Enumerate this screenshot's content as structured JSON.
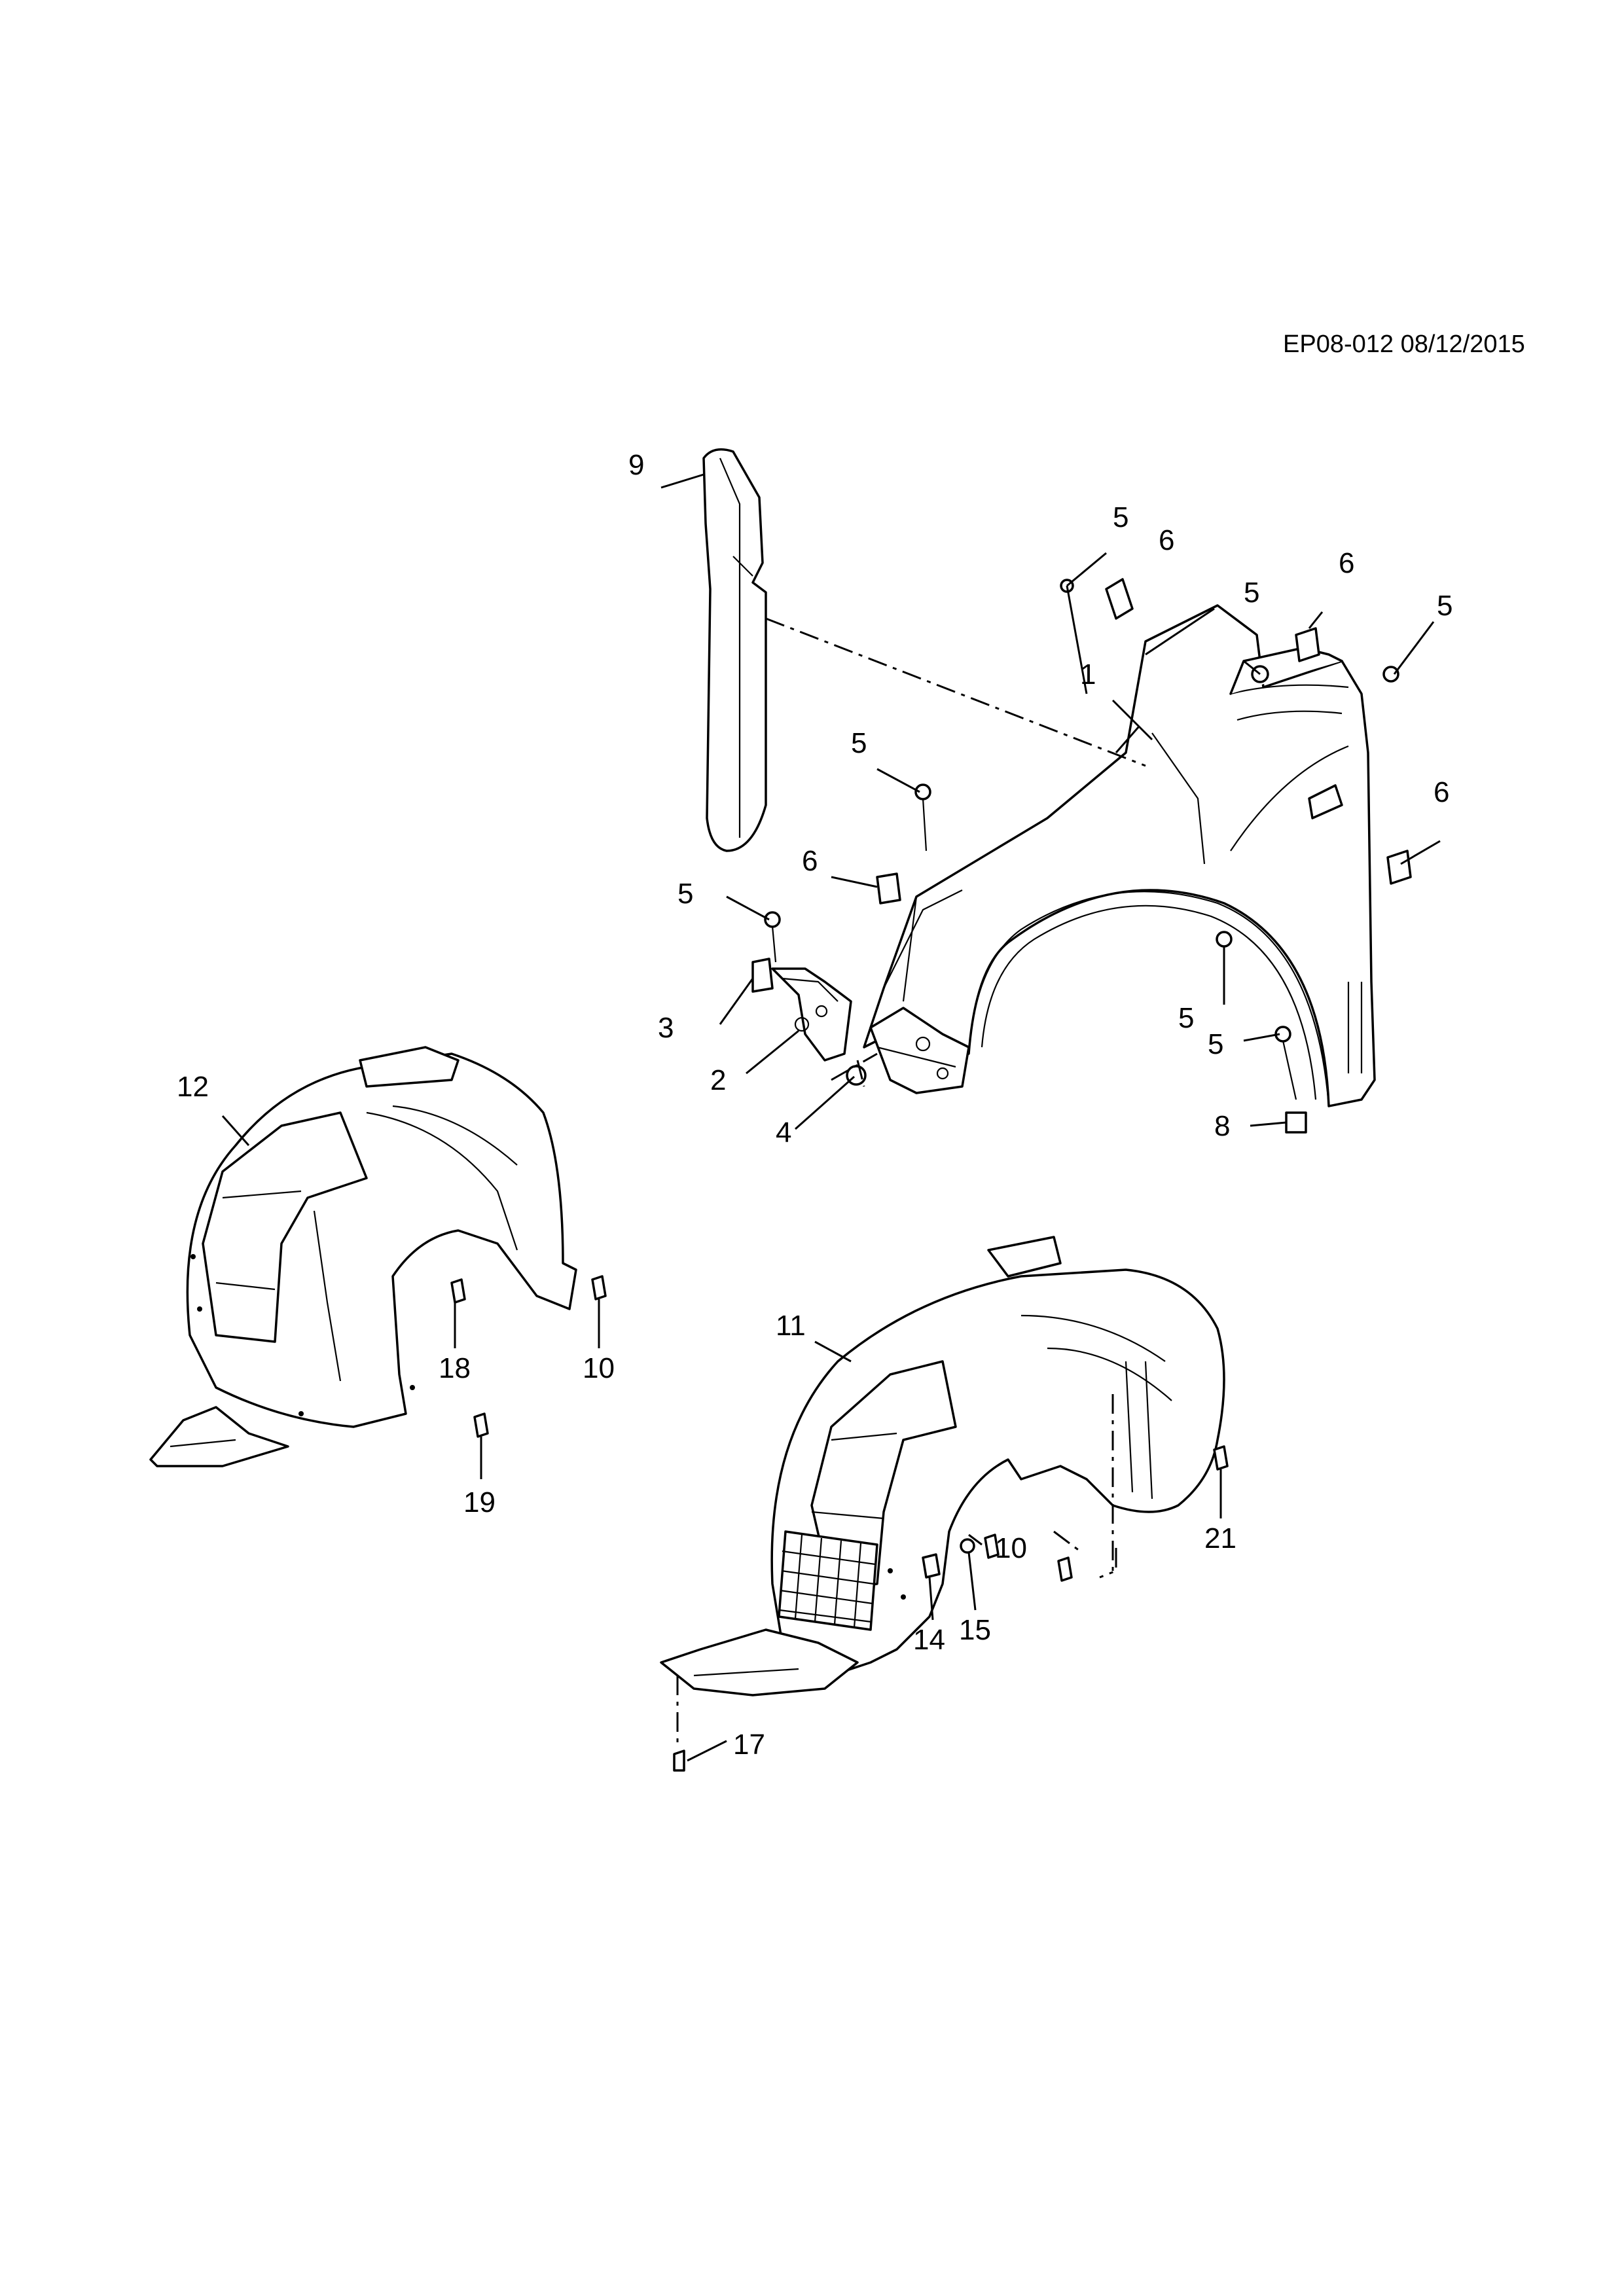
{
  "document": {
    "reference": "EP08-012 08/12/2015"
  },
  "callouts": [
    "9",
    "5",
    "6",
    "6",
    "5",
    "5",
    "1",
    "5",
    "6",
    "6",
    "5",
    "3",
    "2",
    "4",
    "5",
    "5",
    "8",
    "12",
    "18",
    "10",
    "19",
    "11",
    "10",
    "21",
    "14",
    "15",
    "17"
  ],
  "icons": {
    "fender": "front-fender-panel",
    "seal": "fender-to-pillar-seal",
    "liner_rear": "wheelhouse-liner",
    "liner_front": "wheelhouse-liner-with-splash-shield",
    "fastener": "bolt / clip / nut"
  }
}
